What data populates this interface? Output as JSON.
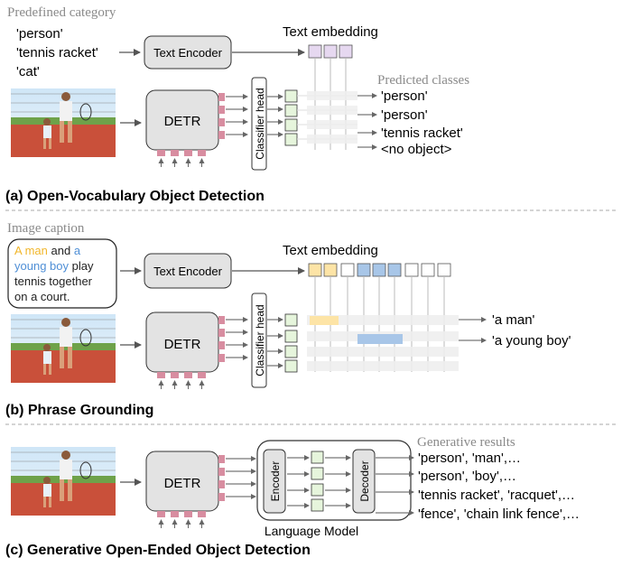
{
  "panel_a": {
    "header": "Predefined category",
    "categories": [
      "'person'",
      "'tennis racket'",
      "'cat'"
    ],
    "text_encoder": "Text Encoder",
    "text_embedding": "Text embedding",
    "detr": "DETR",
    "classifier_head": "Classifier head",
    "predicted_header": "Predicted classes",
    "outputs": [
      "'person'",
      "'person'",
      "'tennis racket'",
      "<no object>"
    ],
    "caption": "(a) Open-Vocabulary Object Detection"
  },
  "panel_b": {
    "header": "Image caption",
    "caption_line1_a": "A man",
    "caption_line1_b": "and",
    "caption_line1_c": "a",
    "caption_line2_a": "young boy",
    "caption_line2_b": "play",
    "caption_line3": "tennis together",
    "caption_line4": "on a court.",
    "text_encoder": "Text Encoder",
    "text_embedding": "Text embedding",
    "detr": "DETR",
    "classifier_head": "Classifier head",
    "outputs": [
      "'a man'",
      "'a young boy'"
    ],
    "caption": "(b) Phrase Grounding"
  },
  "panel_c": {
    "detr": "DETR",
    "encoder": "Encoder",
    "decoder": "Decoder",
    "language_model": "Language Model",
    "generative_header": "Generative results",
    "outputs": [
      "'person', 'man',…",
      "'person', 'boy',…",
      "'tennis racket', 'racquet',…",
      "'fence', 'chain link fence',…"
    ],
    "caption": "(c) Generative Open-Ended Object Detection"
  },
  "colors": {
    "yellow": "#fde4a6",
    "blue": "#a8c6e8",
    "purple": "#e6d8f0",
    "green": "#e6f5dc",
    "pink": "#d88da0",
    "gray_box": "#e3e3e3",
    "header_gray": "#8a8a8a",
    "caption_yellow": "#f1b62a",
    "caption_blue": "#4f8fd6"
  }
}
